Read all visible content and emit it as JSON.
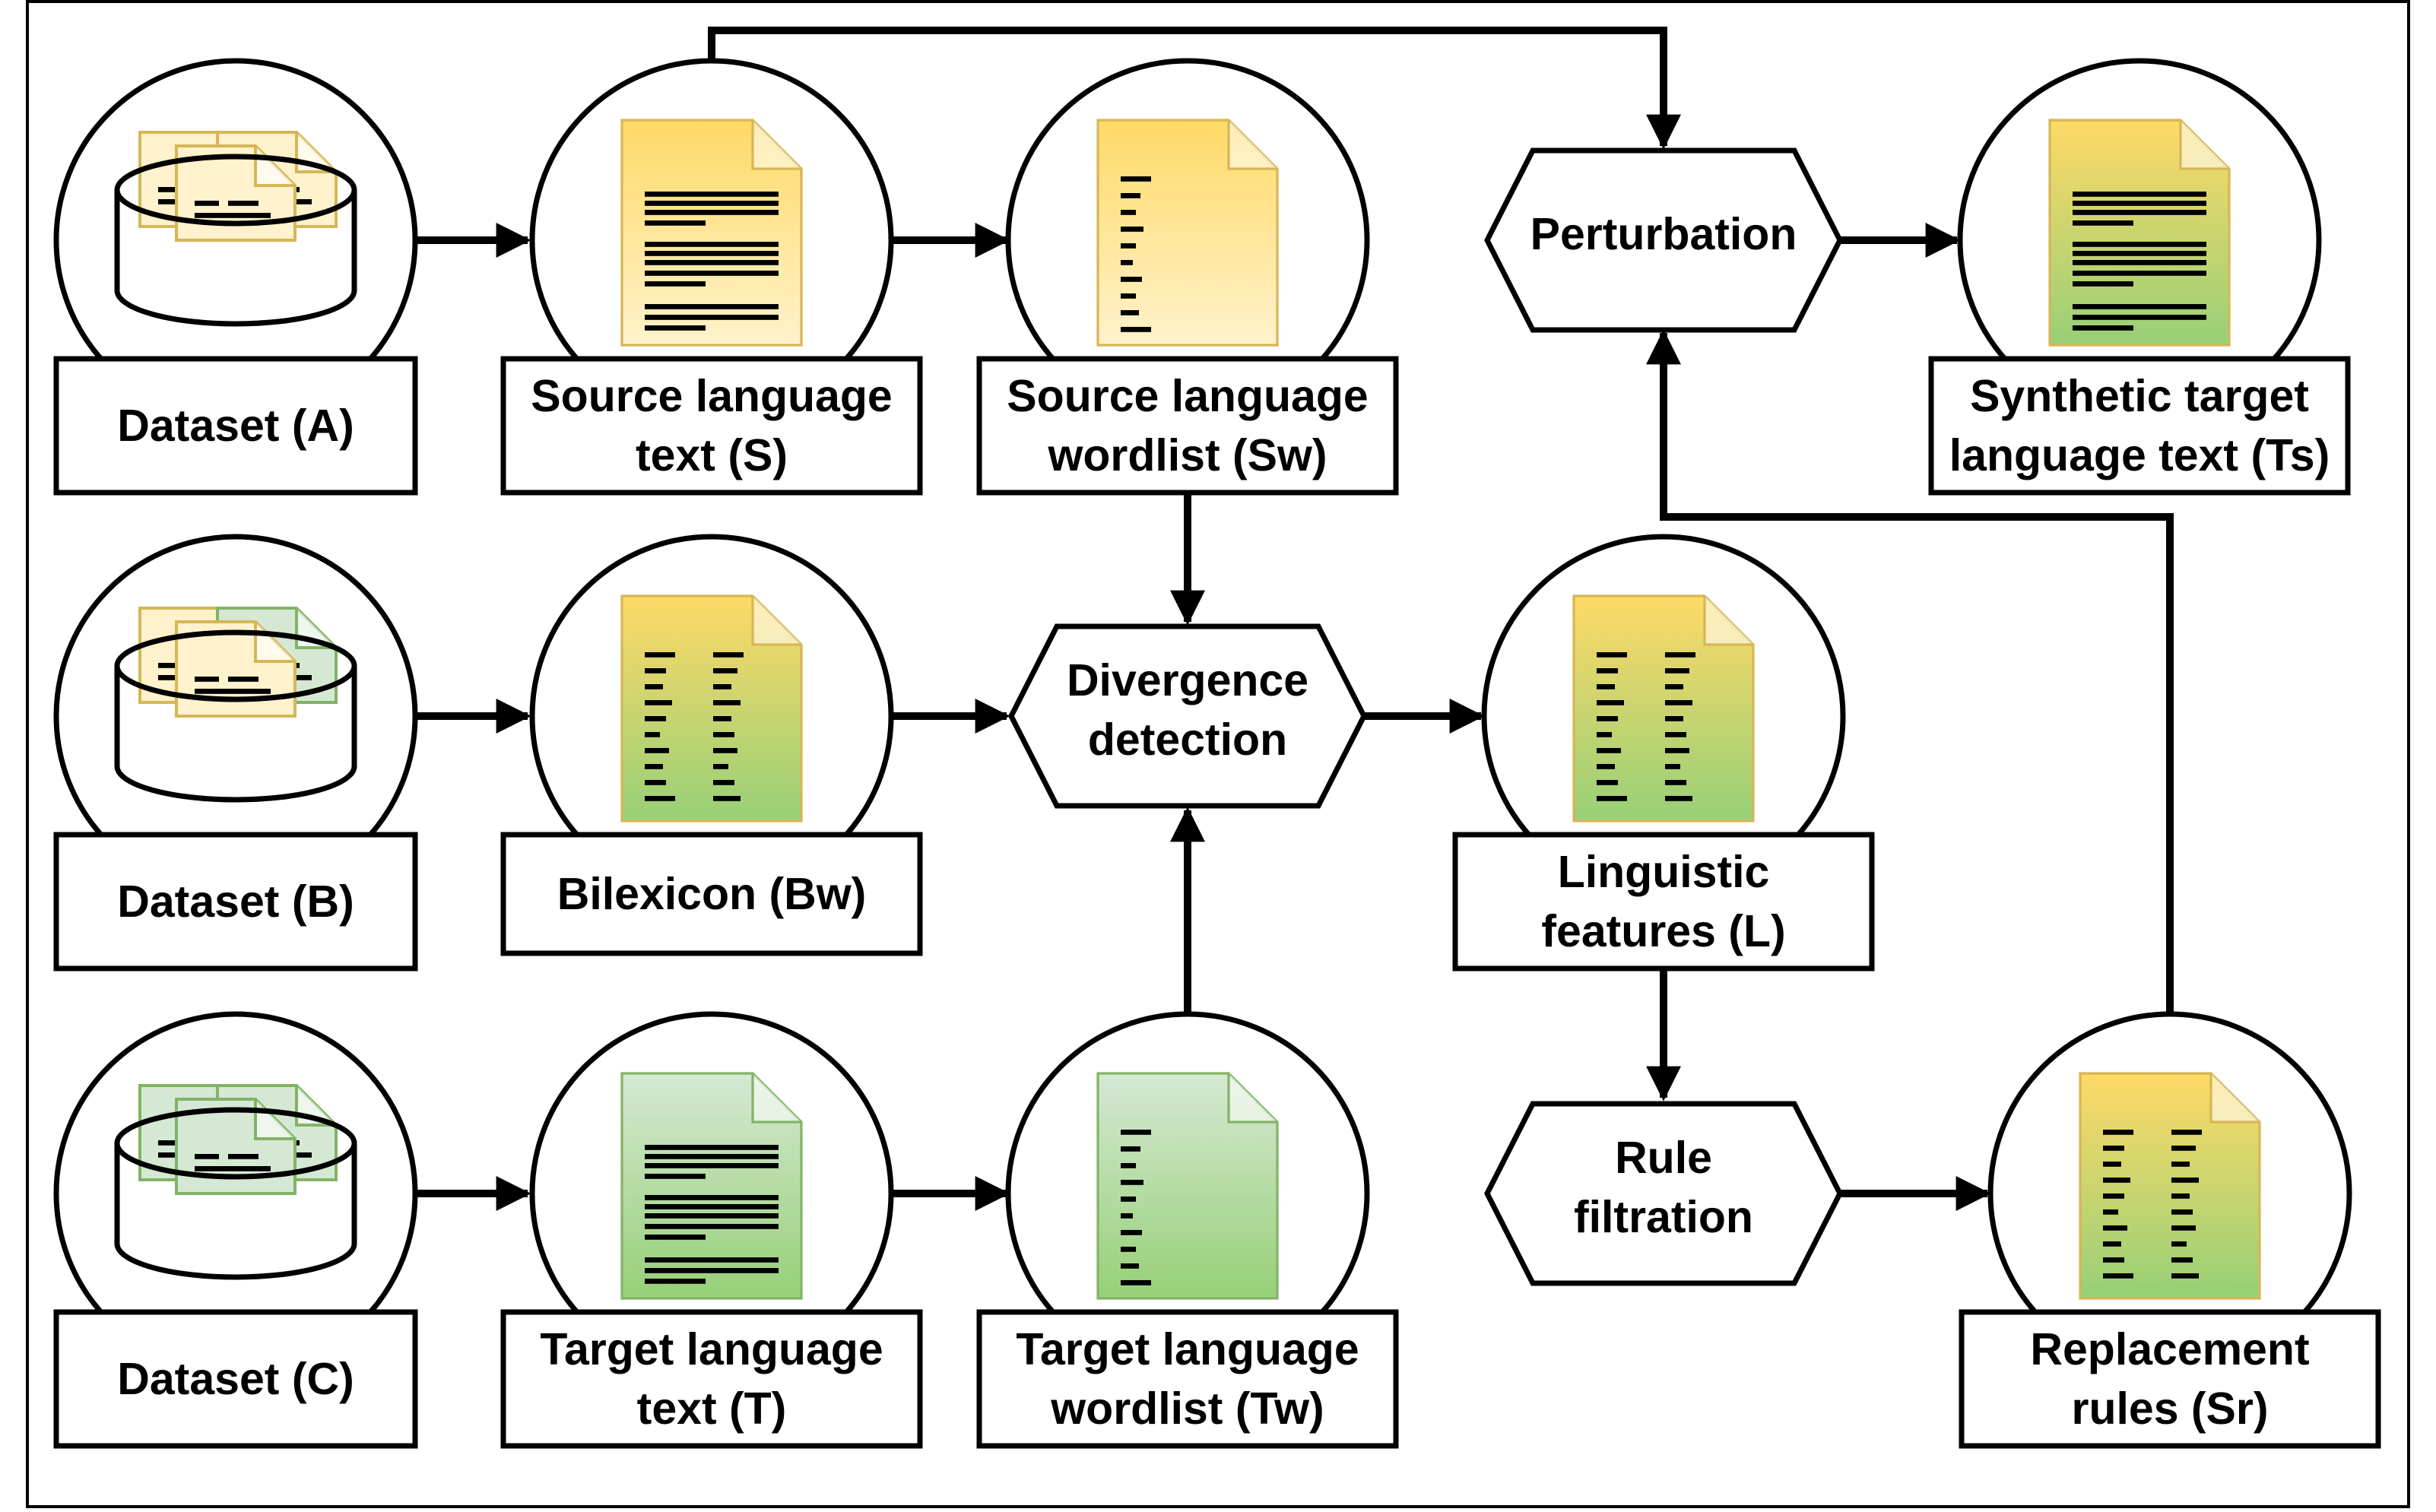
{
  "diagram": {
    "datasets": {
      "a": "Dataset (A)",
      "b": "Dataset (B)",
      "c": "Dataset (C)"
    },
    "documents": {
      "source_text": [
        "Source language",
        "text (S)"
      ],
      "source_wordlist": [
        "Source language",
        "wordlist (Sw)"
      ],
      "bilexicon": [
        "Bilexicon (Bw)"
      ],
      "target_text": [
        "Target language",
        "text (T)"
      ],
      "target_wordlist": [
        "Target language",
        "wordlist (Tw)"
      ],
      "linguistic_features": [
        "Linguistic",
        "features (L)"
      ],
      "synthetic_text": [
        "Synthetic target",
        "language text (Ts)"
      ],
      "replacement_rules": [
        "Replacement",
        "rules (Sr)"
      ]
    },
    "processes": {
      "perturbation": [
        "Perturbation"
      ],
      "divergence": [
        "Divergence",
        "detection"
      ],
      "rule_filtration": [
        "Rule",
        "filtration"
      ]
    }
  },
  "colors": {
    "yellow": "#ffd966",
    "yellow_light": "#fff2cc",
    "green": "#97d077",
    "green_light": "#d5e8d4",
    "yellow_stroke": "#d6b656",
    "green_stroke": "#82b366",
    "line": "#000000"
  },
  "icons": {
    "dataset": "database-cylinder-icon",
    "document": "document-icon"
  }
}
